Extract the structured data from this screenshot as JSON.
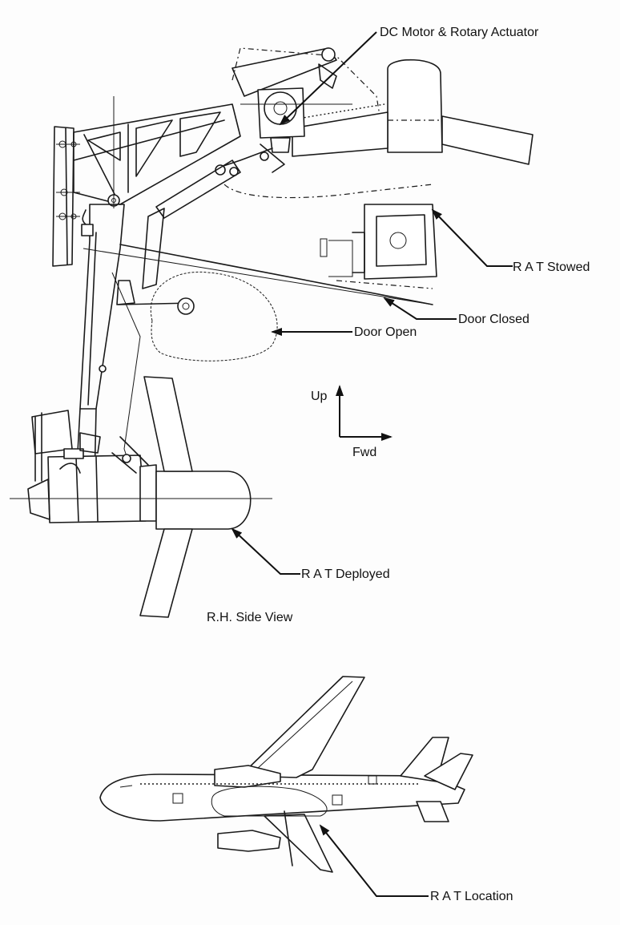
{
  "labels": {
    "dc_motor": "DC Motor & Rotary Actuator",
    "rat_stowed": "R A T  Stowed",
    "door_closed": "Door Closed",
    "door_open": "Door Open",
    "up": "Up",
    "fwd": "Fwd",
    "rat_deployed": "R A T  Deployed",
    "side_view": "R.H. Side View",
    "rat_location": "R A T  Location"
  },
  "colors": {
    "ink": "#1a1a1a",
    "paper": "#fdfdfd"
  }
}
